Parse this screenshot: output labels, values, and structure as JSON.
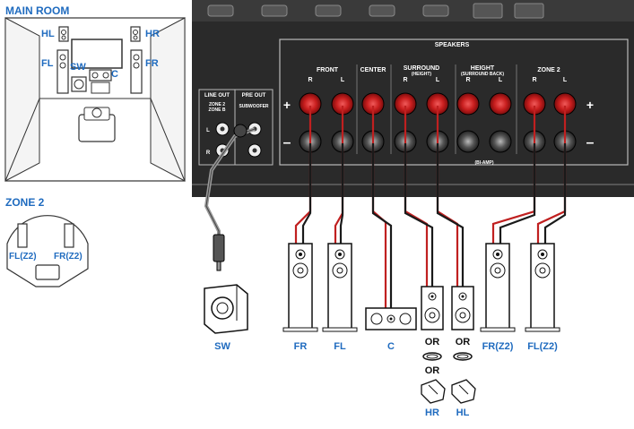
{
  "colors": {
    "label_blue": "#1f6bbf",
    "panel_dark": "#2a2a2a",
    "terminal_red": "#d22a2a",
    "wire_red": "#c02020",
    "wire_black": "#1a1a1a"
  },
  "main_room": {
    "title": "MAIN ROOM",
    "labels": {
      "hl": "HL",
      "hr": "HR",
      "fl": "FL",
      "fr": "FR",
      "sw": "SW",
      "c": "C"
    }
  },
  "zone2": {
    "title": "ZONE 2",
    "labels": {
      "fl": "FL(Z2)",
      "fr": "FR(Z2)"
    }
  },
  "panel": {
    "speakers_title": "SPEAKERS",
    "groups": {
      "front": "FRONT",
      "center": "CENTER",
      "surround": "SURROUND",
      "surround_sub": "(HEIGHT)",
      "height": "HEIGHT",
      "height_sub": "(SURROUND BACK)",
      "zone2": "ZONE 2"
    },
    "r": "R",
    "l": "L",
    "plus": "+",
    "minus": "–",
    "bi_amp": "(BI-AMP)",
    "line_out": "LINE OUT",
    "pre_out": "PRE OUT",
    "zone_line_1": "ZONE 2",
    "zone_line_2": "ZONE B",
    "subwoofer": "SUBWOOFER",
    "jack_l": "L",
    "jack_r": "R"
  },
  "speakers": {
    "sw": "SW",
    "fr": "FR",
    "fl": "FL",
    "c": "C",
    "hr": "HR",
    "hl": "HL",
    "fr_z2": "FR(Z2)",
    "fl_z2": "FL(Z2)",
    "or": "OR"
  }
}
